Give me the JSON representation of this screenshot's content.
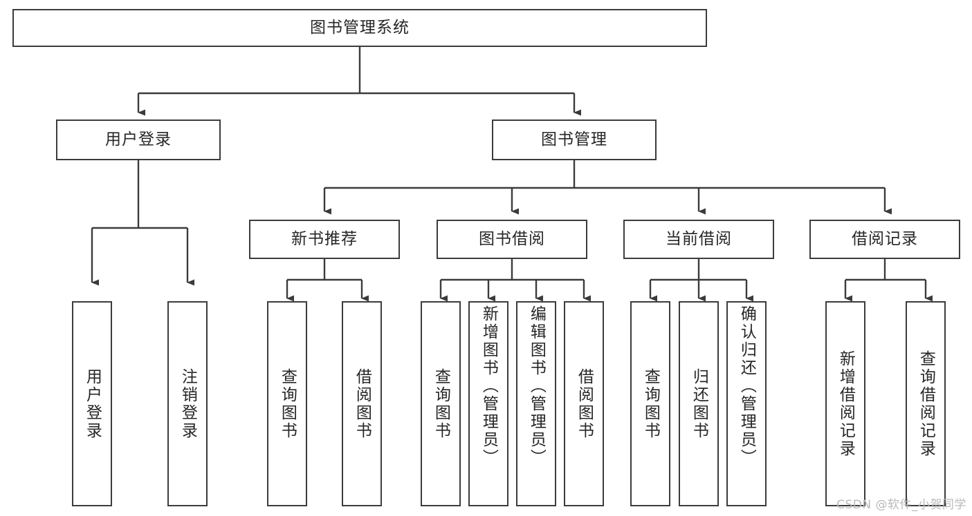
{
  "diagram": {
    "title": "图书管理系统",
    "type": "tree-hierarchy",
    "watermark": "CSDN @软件_小贺同学",
    "colors": {
      "background": "#ffffff",
      "box_border": "#3b3b3b",
      "box_fill": "#ffffff",
      "connector": "#3b3b3b",
      "text": "#262626",
      "watermark": "#b9b9b9"
    },
    "root": {
      "label": "图书管理系统"
    },
    "level2": [
      {
        "label": "用户登录"
      },
      {
        "label": "图书管理"
      }
    ],
    "level3": [
      {
        "label": "新书推荐"
      },
      {
        "label": "图书借阅"
      },
      {
        "label": "当前借阅"
      },
      {
        "label": "借阅记录"
      }
    ],
    "leaves": {
      "user_login": [
        {
          "label": "用户登录"
        },
        {
          "label": "注销登录"
        }
      ],
      "new_book": [
        {
          "label": "查询图书"
        },
        {
          "label": "借阅图书"
        }
      ],
      "book_borrow": [
        {
          "label": "查询图书"
        },
        {
          "label": "新增图书（管理员）"
        },
        {
          "label": "编辑图书（管理员）"
        },
        {
          "label": "借阅图书"
        }
      ],
      "current_borrow": [
        {
          "label": "查询图书"
        },
        {
          "label": "归还图书"
        },
        {
          "label": "确认归还（管理员）"
        }
      ],
      "borrow_record": [
        {
          "label": "新增借阅记录"
        },
        {
          "label": "查询借阅记录"
        }
      ]
    }
  }
}
